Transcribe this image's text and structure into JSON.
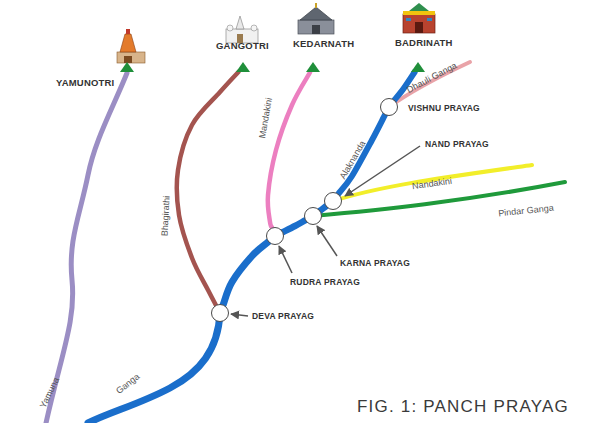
{
  "diagram": {
    "caption": "FIG. 1: PANCH PRAYAG",
    "nodes": [
      {
        "text": [
          "YAMUNOTRI"
        ]
      },
      {
        "text": [
          "GANGOTRI"
        ]
      },
      {
        "text": [
          "KEDARNATH"
        ]
      },
      {
        "text": [
          "BADRINATH"
        ]
      },
      {
        "text": [
          "VISHNU PRAYAG"
        ]
      },
      {
        "text": [
          "NAND PRAYAG"
        ]
      },
      {
        "text": [
          "KARNA PRAYAG"
        ]
      },
      {
        "text": [
          "RUDRA PRAYAG"
        ]
      },
      {
        "text": [
          "DEVA PRAYAG"
        ]
      }
    ],
    "edges": [
      {
        "from": 3,
        "to": 4,
        "arrow": "none"
      },
      {
        "from": 4,
        "to": 5,
        "label": "Alaknanda",
        "arrow": "none"
      },
      {
        "from": 5,
        "to": 6,
        "arrow": "none"
      },
      {
        "from": 6,
        "to": 7,
        "arrow": "none"
      },
      {
        "from": 2,
        "to": 7,
        "label": "Mandakini",
        "arrow": "none"
      },
      {
        "from": 7,
        "to": 8,
        "arrow": "none"
      },
      {
        "from": 1,
        "to": 8,
        "label": "Bhagirathi",
        "arrow": "none"
      }
    ],
    "labels": [
      "Yamuna",
      "Dhauli Ganga",
      "Nandakini",
      "Pindar Ganga",
      "Ganga"
    ]
  }
}
